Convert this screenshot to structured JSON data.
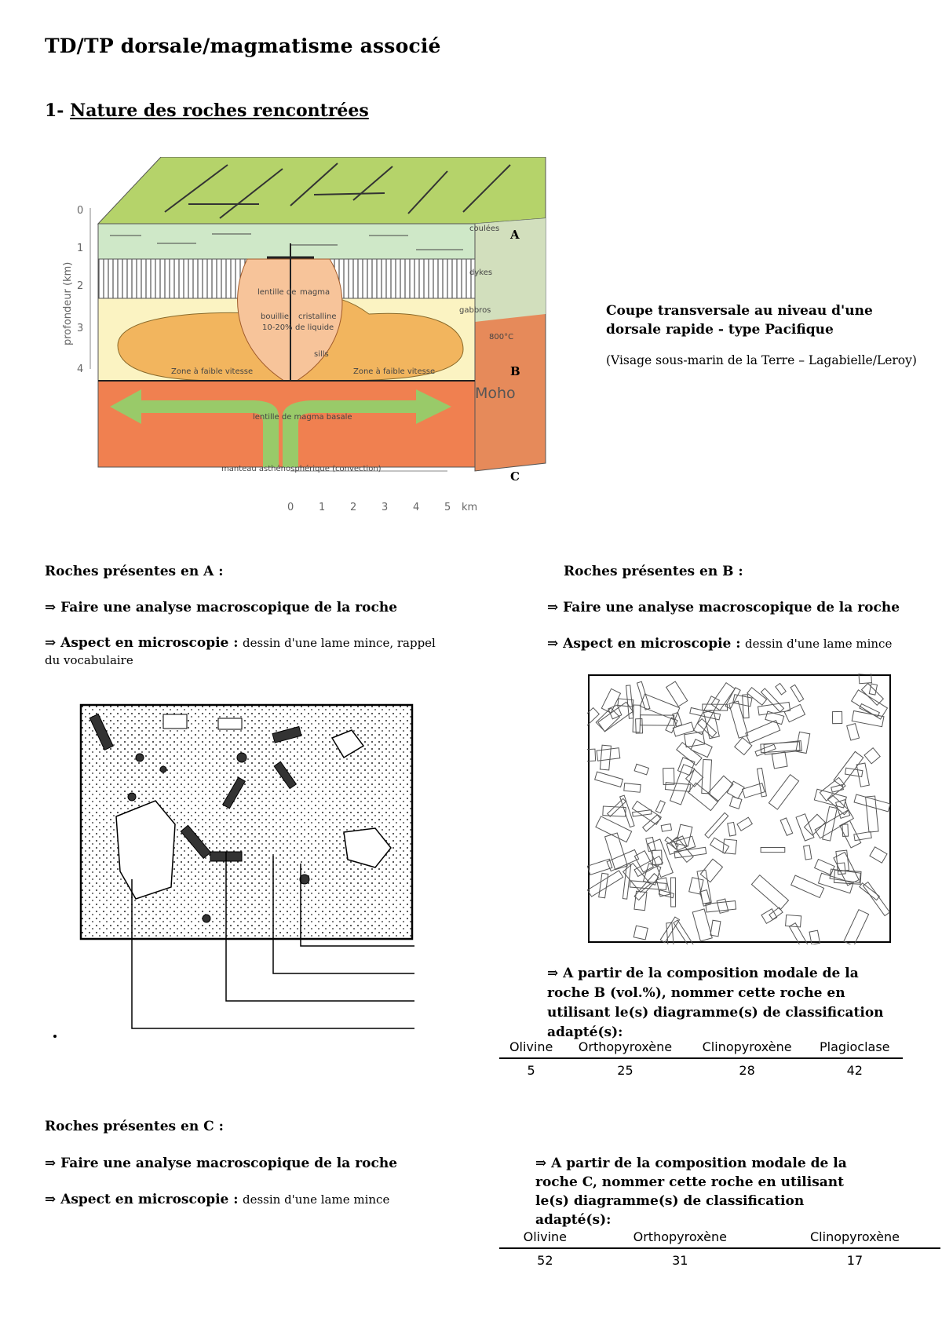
{
  "title": "TD/TP dorsale/magmatisme associé",
  "section": {
    "num": "1-",
    "label": "Nature des roches rencontrées"
  },
  "figure": {
    "axis_label": "profondeur (km)",
    "depth_ticks": [
      "0",
      "1",
      "2",
      "3",
      "4"
    ],
    "km_ticks": [
      "0",
      "1",
      "2",
      "3",
      "4",
      "5",
      "km"
    ],
    "labels": {
      "coulees": "coulées",
      "dykes": "dykes",
      "gabbros": "gabbros",
      "temp": "800°C",
      "lentille": "lentille de",
      "magma": "magma",
      "bouillie": "bouillie",
      "pct": "10-20%",
      "cristalline": "cristalline",
      "liquide": "de liquide",
      "sills": "sills",
      "zone_left": "Zone à faible vitesse",
      "zone_right": "Zone à faible vitesse",
      "moho": "Moho",
      "basale": "lentille de magma basale",
      "manteau": "manteau asthénosphérique (convection)"
    },
    "markers": [
      "A",
      "B",
      "C"
    ],
    "caption": "Coupe transversale au niveau d'une dorsale rapide - type Pacifique",
    "reference": "(Visage sous-marin de la Terre – Lagabielle/Leroy)"
  },
  "rock_a": {
    "heading": "Roches présentes en A :",
    "task1": "⇒ Faire une analyse macroscopique de la roche",
    "task2_bold": "⇒ Aspect en microscopie :",
    "task2_rest": "dessin d'une lame mince, rappel du vocabulaire"
  },
  "rock_b": {
    "heading": "Roches présentes en B :",
    "task1": "⇒ Faire une analyse macroscopique de la roche",
    "task2_bold": "⇒ Aspect en microscopie :",
    "task2_rest": "dessin d'une lame mince",
    "task3": "⇒ A partir de la composition modale de la roche B (vol.%), nommer cette roche en utilisant le(s) diagramme(s) de classification adapté(s):",
    "table": {
      "headers": [
        "Olivine",
        "Orthopyroxène",
        "Clinopyroxène",
        "Plagioclase"
      ],
      "values": [
        "5",
        "25",
        "28",
        "42"
      ]
    }
  },
  "rock_c": {
    "heading": "Roches présentes en C :",
    "task1": "⇒ Faire une analyse macroscopique de la roche",
    "task2_bold": "⇒ Aspect en microscopie :",
    "task2_rest": "dessin d'une lame mince",
    "task3": "⇒ A partir de la composition modale de la roche C, nommer cette roche en utilisant le(s) diagramme(s) de classification adapté(s):",
    "table": {
      "headers": [
        "Olivine",
        "Orthopyroxène",
        "Clinopyroxène"
      ],
      "values": [
        "52",
        "31",
        "17"
      ]
    }
  },
  "colors": {
    "green_top": "#b5d36a",
    "crust_green": "#cfe8c8",
    "gabbro_yellow": "#fbf3c2",
    "zone_orange": "#f2b55e",
    "mantle": "#f08050",
    "arrow": "#8fd16c"
  }
}
